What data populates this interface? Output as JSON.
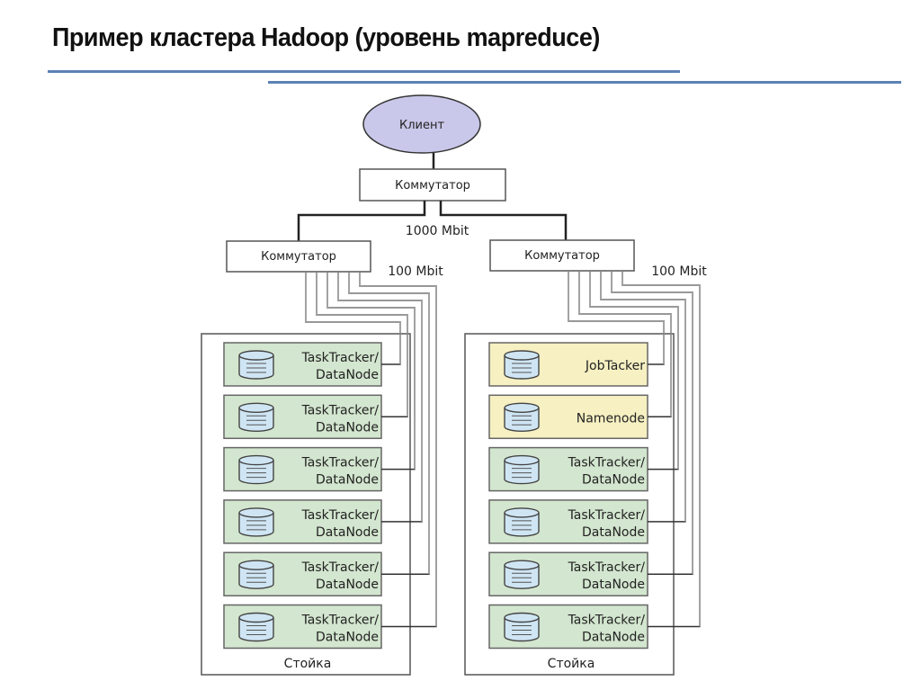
{
  "title": "Пример кластера Hadoop (уровень mapreduce)",
  "diagram": {
    "client": {
      "label": "Клиент",
      "fill": "#c9c8ea"
    },
    "core_switch": {
      "label": "Коммутатор"
    },
    "uplink_speed": "1000 Mbit",
    "racks": [
      {
        "switch_label": "Коммутатор",
        "link_speed": "100 Mbit",
        "rack_label": "Стойка",
        "nodes": [
          {
            "line1": "TaskTracker/",
            "line2": "DataNode",
            "type": "worker"
          },
          {
            "line1": "TaskTracker/",
            "line2": "DataNode",
            "type": "worker"
          },
          {
            "line1": "TaskTracker/",
            "line2": "DataNode",
            "type": "worker"
          },
          {
            "line1": "TaskTracker/",
            "line2": "DataNode",
            "type": "worker"
          },
          {
            "line1": "TaskTracker/",
            "line2": "DataNode",
            "type": "worker"
          },
          {
            "line1": "TaskTracker/",
            "line2": "DataNode",
            "type": "worker"
          }
        ]
      },
      {
        "switch_label": "Коммутатор",
        "link_speed": "100 Mbit",
        "rack_label": "Стойка",
        "nodes": [
          {
            "line1": "JobTacker",
            "line2": "",
            "type": "master"
          },
          {
            "line1": "Namenode",
            "line2": "",
            "type": "master"
          },
          {
            "line1": "TaskTracker/",
            "line2": "DataNode",
            "type": "worker"
          },
          {
            "line1": "TaskTracker/",
            "line2": "DataNode",
            "type": "worker"
          },
          {
            "line1": "TaskTracker/",
            "line2": "DataNode",
            "type": "worker"
          },
          {
            "line1": "TaskTracker/",
            "line2": "DataNode",
            "type": "worker"
          }
        ]
      }
    ],
    "colors": {
      "worker_fill": "#d3e6cf",
      "master_fill": "#f6f0c2",
      "db_fill": "#cfe5f3",
      "line": "#333333",
      "rule": "#5b82b4"
    }
  }
}
